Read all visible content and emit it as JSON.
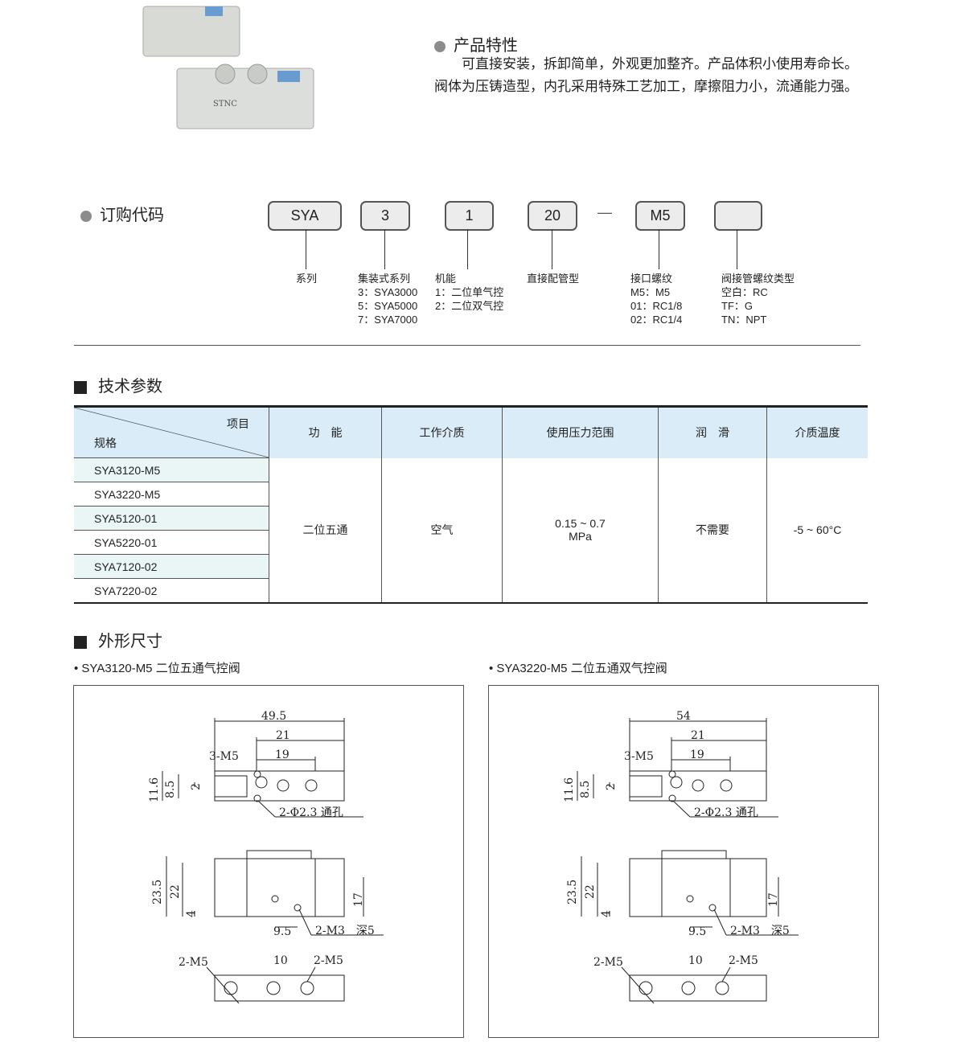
{
  "features": {
    "title": "产品特性",
    "text": "　　可直接安装，拆卸简单，外观更加整齐。产品体积小使用寿命长。阀体为压铸造型，内孔采用特殊工艺加工，摩擦阻力小，流通能力强。",
    "logo": "STNC"
  },
  "order": {
    "title": "订购代码",
    "codes": [
      "SYA",
      "3",
      "1",
      "20",
      "M5",
      ""
    ],
    "dash": "—",
    "labels": [
      {
        "head": "系列",
        "lines": []
      },
      {
        "head": "集装式系列",
        "lines": [
          "3：SYA3000",
          "5：SYA5000",
          "7：SYA7000"
        ]
      },
      {
        "head": "机能",
        "lines": [
          "1：二位单气控",
          "2：二位双气控"
        ]
      },
      {
        "head": "直接配管型",
        "lines": []
      },
      {
        "head": "接口螺纹",
        "lines": [
          "M5：M5",
          "01：RC1/8",
          "02：RC1/4"
        ]
      },
      {
        "head": "阀接管螺纹类型",
        "lines": [
          "空白：RC",
          "TF：G",
          "TN：NPT"
        ]
      }
    ]
  },
  "specs": {
    "title": "技术参数",
    "corner_top": "项目",
    "corner_bottom": "规格",
    "headers": [
      "功　能",
      "工作介质",
      "使用压力范围",
      "润　滑",
      "介质温度"
    ],
    "models": [
      "SYA3120-M5",
      "SYA3220-M5",
      "SYA5120-01",
      "SYA5220-01",
      "SYA7120-02",
      "SYA7220-02"
    ],
    "values": [
      "二位五通",
      "空气",
      "0.15 ~ 0.7",
      "MPa",
      "不需要",
      "-5 ~ 60°C"
    ]
  },
  "dims": {
    "title": "外形尺寸",
    "drawings": [
      {
        "caption": "SYA3120-M5 二位五通气控阀",
        "labels": {
          "w": "49.5",
          "a": "21",
          "b": "19",
          "port": "3-M5",
          "h1": "11.6",
          "h2": "8.5",
          "h3": "2",
          "hole": "2-Φ2.3 通孔",
          "s1": "23.5",
          "s2": "22",
          "s3": "4",
          "s4": "17",
          "s5": "9.5",
          "m3": "2-M3　深5",
          "bl": "2-M5",
          "bm": "10",
          "br": "2-M5"
        }
      },
      {
        "caption": "SYA3220-M5 二位五通双气控阀",
        "labels": {
          "w": "54",
          "a": "21",
          "b": "19",
          "port": "3-M5",
          "h1": "11.6",
          "h2": "8.5",
          "h3": "2",
          "hole": "2-Φ2.3 通孔",
          "s1": "23.5",
          "s2": "22",
          "s3": "4",
          "s4": "17",
          "s5": "9.5",
          "m3": "2-M3　深5",
          "bl": "2-M5",
          "bm": "10",
          "br": "2-M5"
        }
      }
    ]
  }
}
